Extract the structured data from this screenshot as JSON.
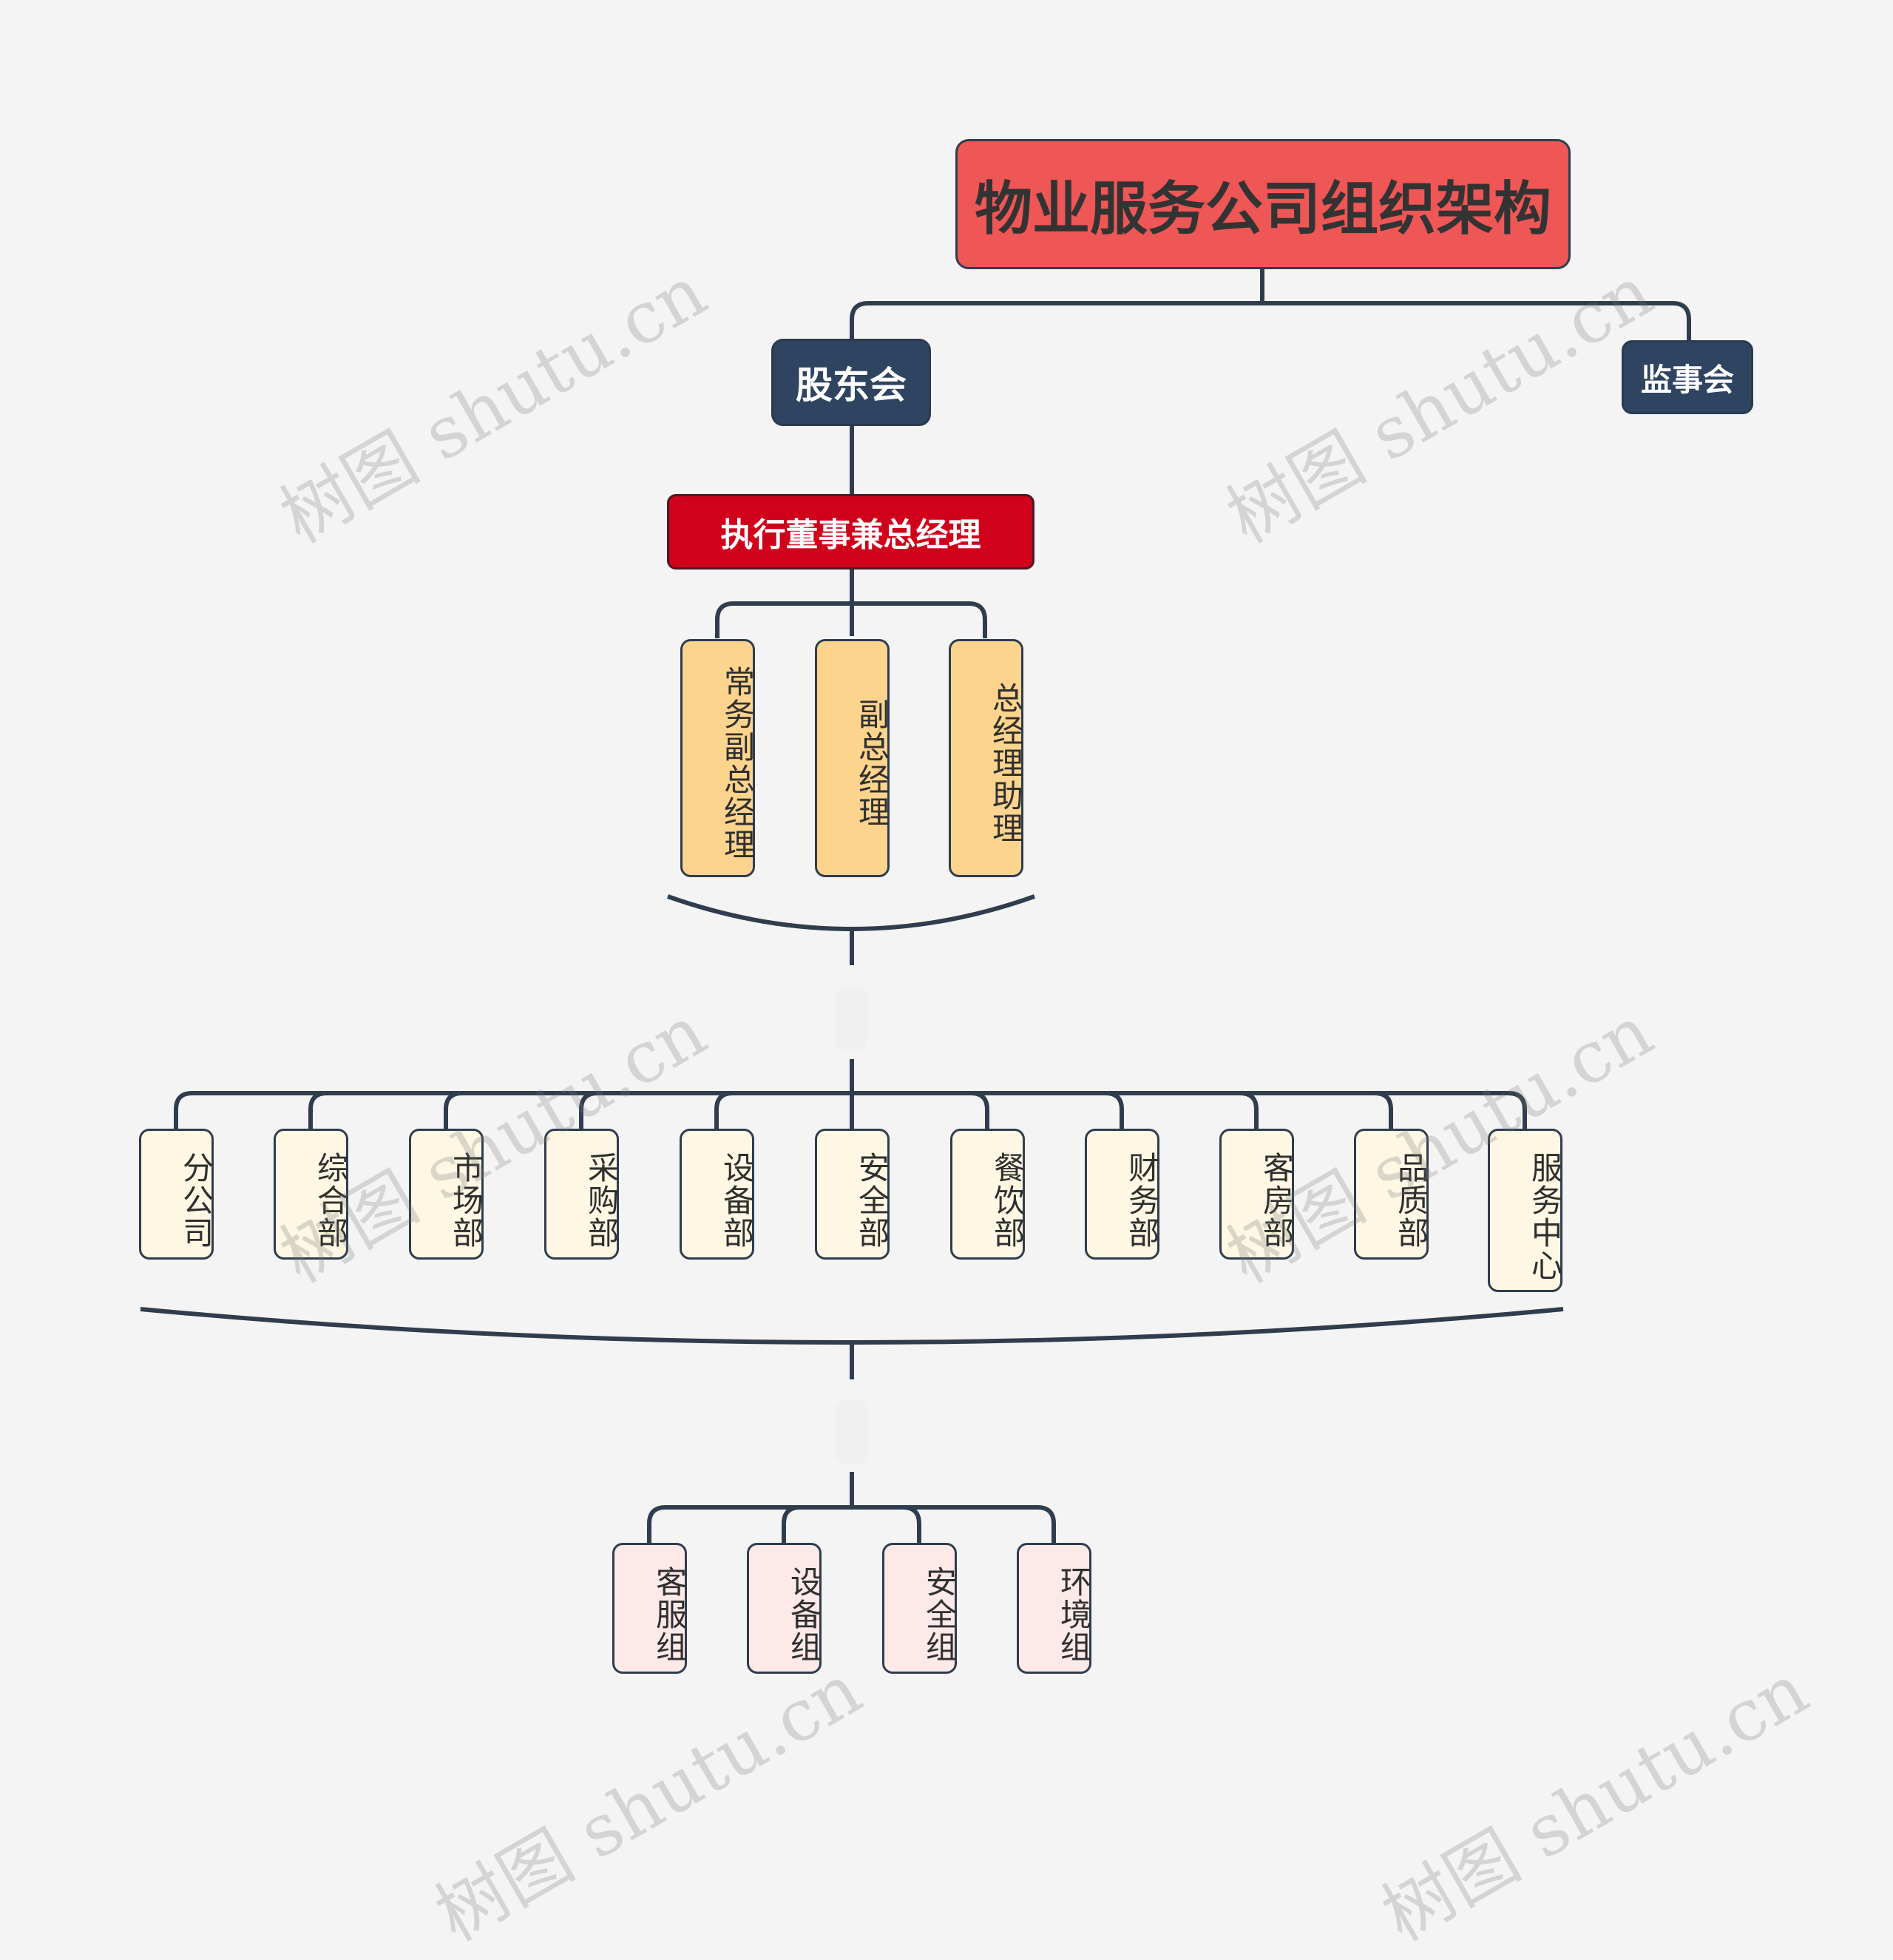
{
  "title": "物业服务公司组织架构",
  "level1": {
    "left": "股东会",
    "right": "监事会"
  },
  "exec": "执行董事兼总经理",
  "managers": [
    "常务副总经理",
    "副总经理",
    "总经理助理"
  ],
  "departments": [
    "分公司",
    "综合部",
    "市场部",
    "采购部",
    "设备部",
    "安全部",
    "餐饮部",
    "财务部",
    "客房部",
    "品质部",
    "服务中心"
  ],
  "groups": [
    "客服组",
    "设备组",
    "安全组",
    "环境组"
  ],
  "watermark": "树图 shutu.cn",
  "colors": {
    "line": "#2f3d4e",
    "title_bg": "#ef5656",
    "dark_bg": "#2f4460",
    "exec_bg": "#d0021b",
    "manager_bg": "#fdd48e",
    "dept_bg": "#fdf7e3",
    "group_bg": "#fce9e8"
  }
}
